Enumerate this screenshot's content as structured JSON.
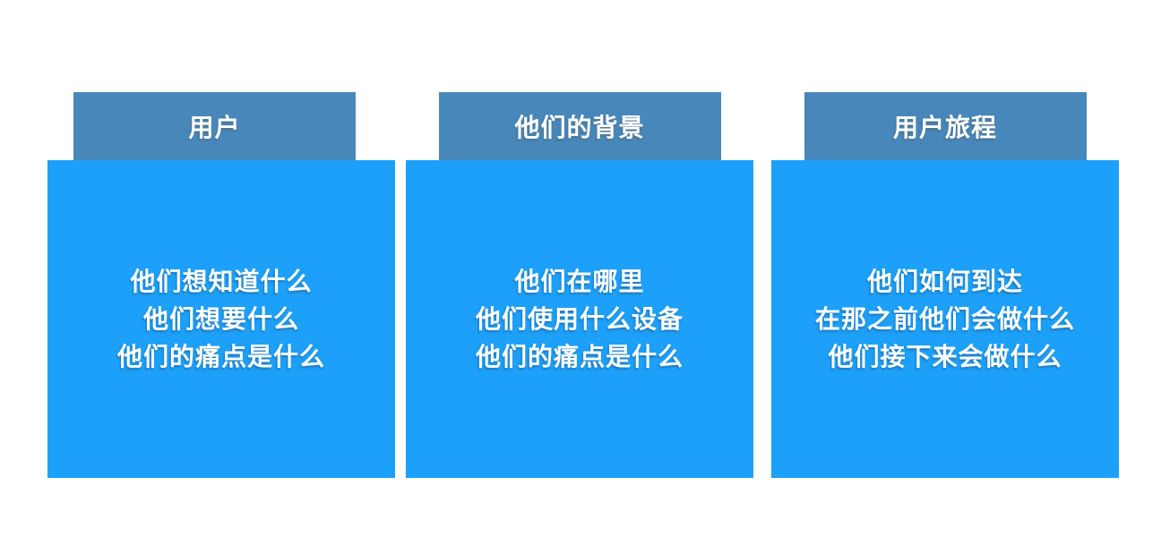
{
  "slide": {
    "background_color": "#FFFFFF"
  },
  "colors": {
    "header_fill": "#4787BA",
    "body_fill": "#1CA0FA",
    "text": "#FFFFFF"
  },
  "cards": [
    {
      "title": "用户",
      "lines": [
        "他们想知道什么",
        "他们想要什么",
        "他们的痛点是什么"
      ]
    },
    {
      "title": "他们的背景",
      "lines": [
        "他们在哪里",
        "他们使用什么设备",
        "他们的痛点是什么"
      ]
    },
    {
      "title": "用户旅程",
      "lines": [
        "他们如何到达",
        "在那之前他们会做什么",
        "他们接下来会做什么"
      ]
    }
  ]
}
